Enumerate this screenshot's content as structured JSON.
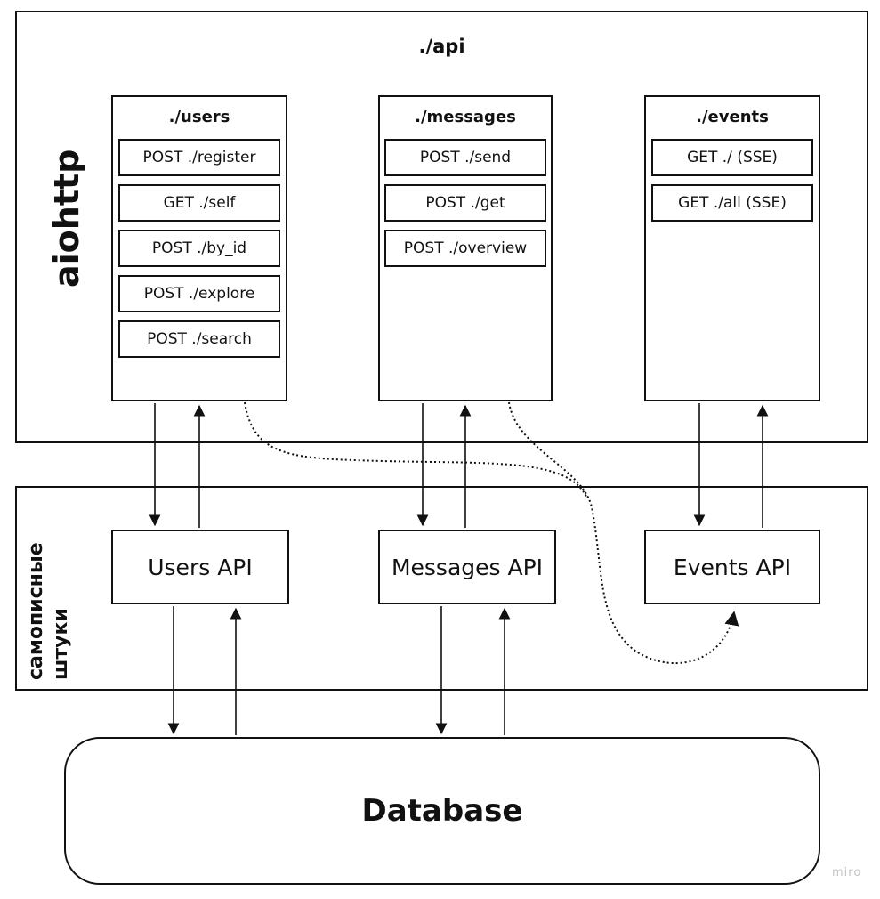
{
  "api": {
    "title": "./api",
    "side_label": "aiohttp",
    "modules": [
      {
        "title": "./users",
        "endpoints": [
          "POST ./register",
          "GET ./self",
          "POST ./by_id",
          "POST ./explore",
          "POST ./search"
        ]
      },
      {
        "title": "./messages",
        "endpoints": [
          "POST ./send",
          "POST ./get",
          "POST ./overview"
        ]
      },
      {
        "title": "./events",
        "endpoints": [
          "GET ./ (SSE)",
          "GET ./all (SSE)"
        ]
      }
    ]
  },
  "custom": {
    "side_label_line1": "самописные",
    "side_label_line2": "штуки",
    "services": [
      "Users API",
      "Messages API",
      "Events API"
    ]
  },
  "database": {
    "label": "Database"
  },
  "watermark": "miro"
}
